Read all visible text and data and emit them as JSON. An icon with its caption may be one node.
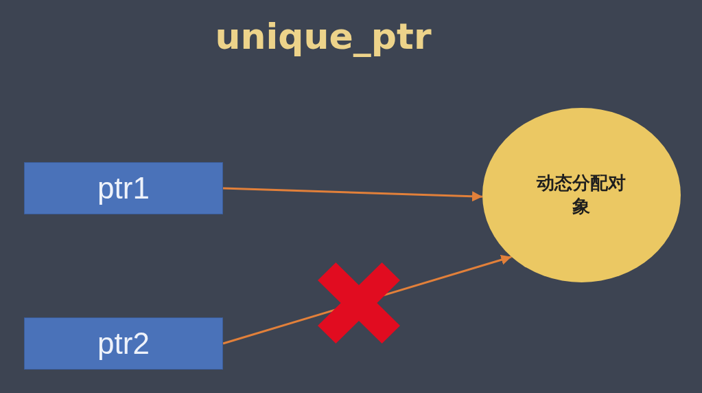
{
  "diagram": {
    "title": "unique_ptr",
    "nodes": [
      {
        "text": [
          "ptr1"
        ]
      },
      {
        "text": [
          "ptr2"
        ]
      },
      {
        "text": [
          "动态分配对象"
        ]
      }
    ],
    "edges": [
      {
        "from": 0,
        "to": 2,
        "arrow": "to"
      },
      {
        "from": 1,
        "to": 2,
        "arrow": "to"
      }
    ]
  }
}
